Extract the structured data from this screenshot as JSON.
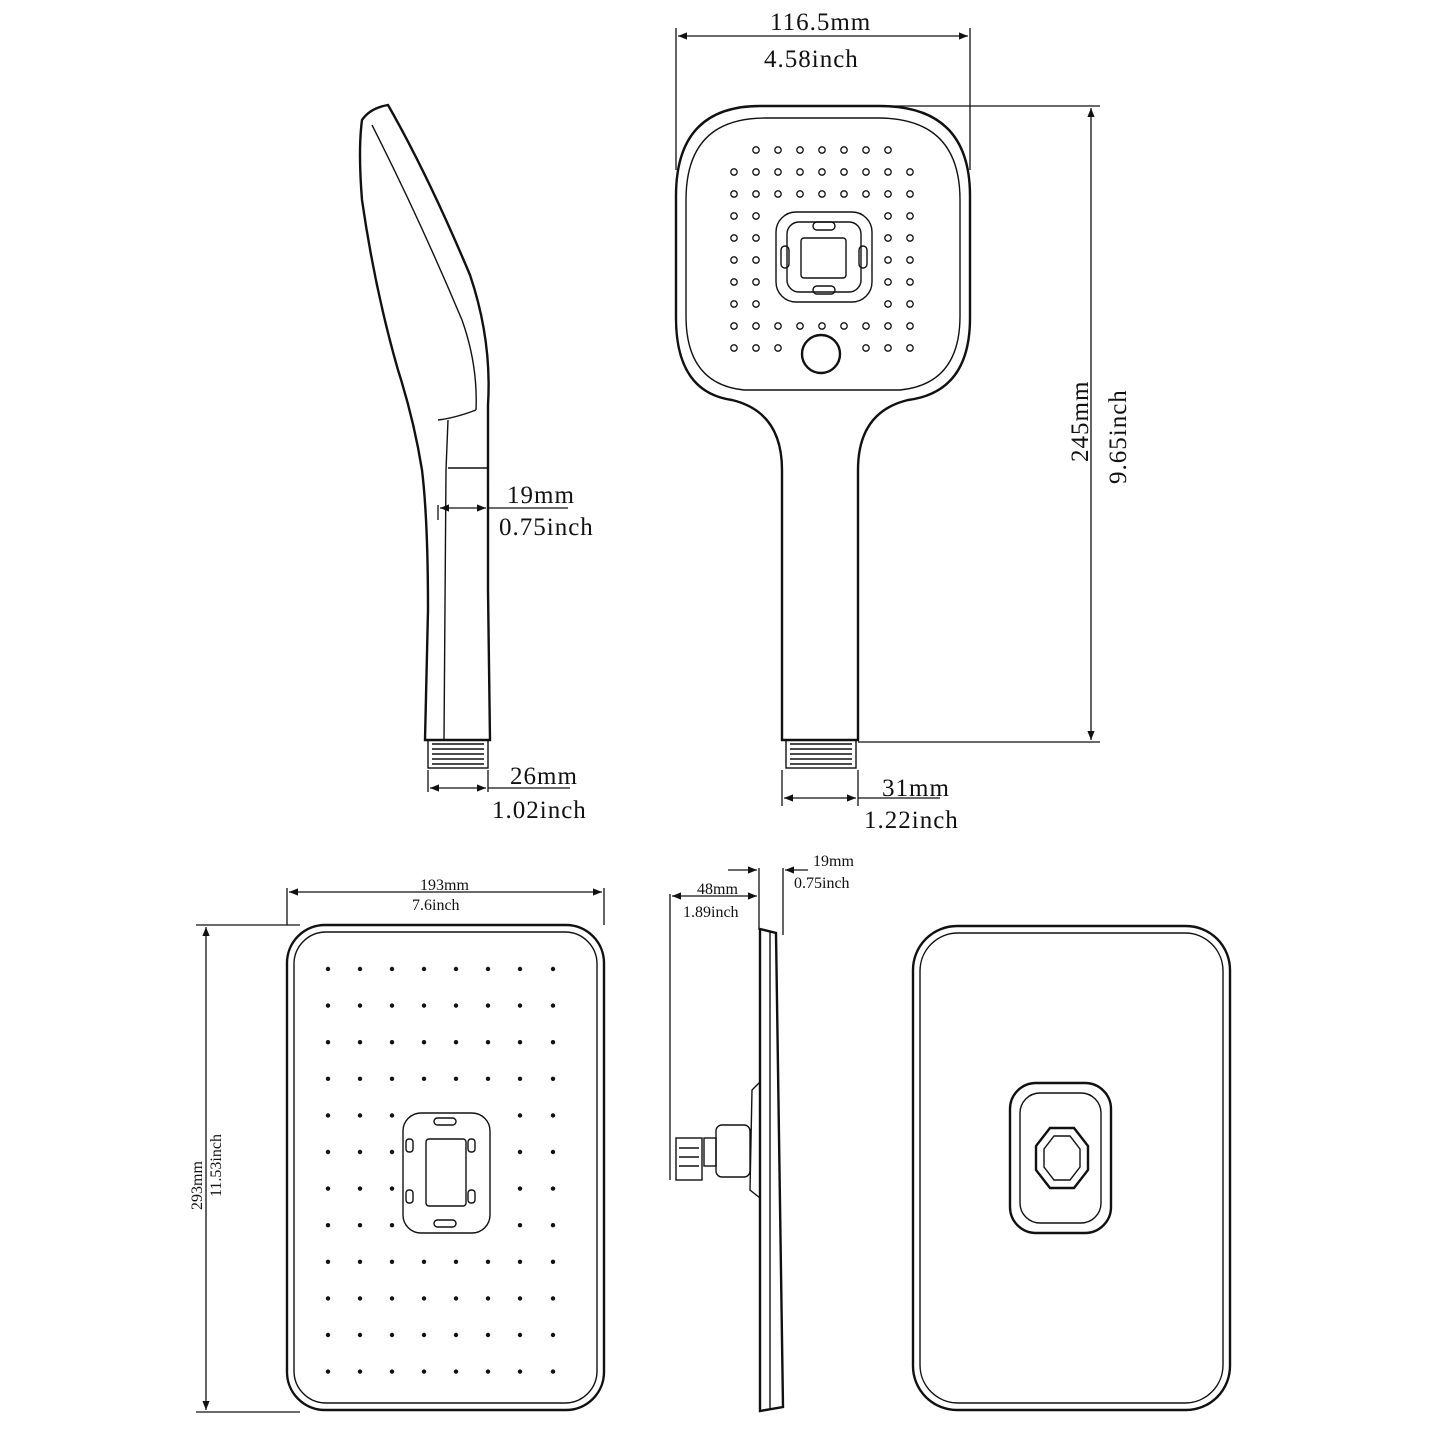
{
  "handheld_side": {
    "neck_width": {
      "mm": "19mm",
      "inch": "0.75inch"
    },
    "connector_width": {
      "mm": "26mm",
      "inch": "1.02inch"
    }
  },
  "handheld_front": {
    "head_width": {
      "mm": "116.5mm",
      "inch": "4.58inch"
    },
    "total_length": {
      "mm": "245mm",
      "inch": "9.65inch"
    },
    "connector_width": {
      "mm": "31mm",
      "inch": "1.22inch"
    }
  },
  "rain_front": {
    "width": {
      "mm": "193mm",
      "inch": "7.6inch"
    },
    "height": {
      "mm": "293mm",
      "inch": "11.53inch"
    }
  },
  "rain_side": {
    "depth": {
      "mm": "48mm",
      "inch": "1.89inch"
    },
    "thickness": {
      "mm": "19mm",
      "inch": "0.75inch"
    }
  }
}
